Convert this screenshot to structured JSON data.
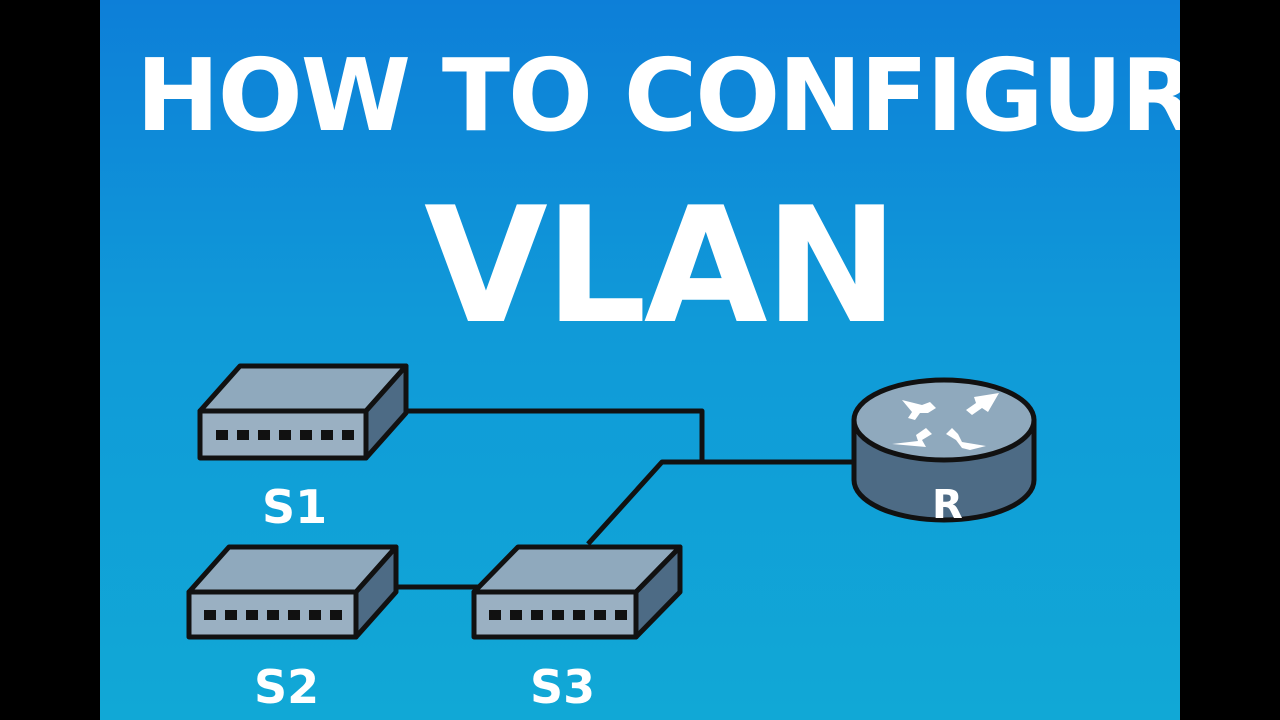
{
  "title": {
    "line1": "HOW TO CONFIGURE",
    "line2": "VLAN"
  },
  "devices": {
    "s1": "S1",
    "s2": "S2",
    "s3": "S3",
    "router": "R"
  },
  "colors": {
    "background_top": "#0d7fd8",
    "background_bottom": "#11a8d6",
    "device_top": "#8fa9bd",
    "device_front": "#9ab0c2",
    "device_side": "#4d6b85",
    "outline": "#111111",
    "text": "#ffffff"
  }
}
